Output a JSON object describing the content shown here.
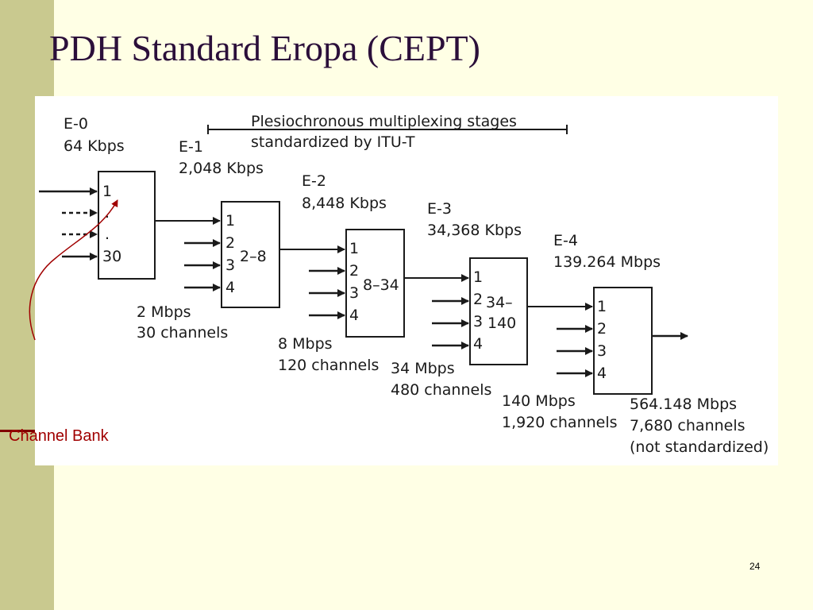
{
  "title": "PDH Standard Eropa (CEPT)",
  "page_number": "24",
  "callout": "Channel Bank",
  "diagram": {
    "banner": {
      "line1": "Plesiochronous multiplexing stages",
      "line2": "standardized by ITU-T"
    },
    "levels": [
      {
        "id": "e0",
        "name": "E-0",
        "rate": "64 Kbps"
      },
      {
        "id": "e1",
        "name": "E-1",
        "rate": "2,048 Kbps"
      },
      {
        "id": "e2",
        "name": "E-2",
        "rate": "8,448 Kbps"
      },
      {
        "id": "e3",
        "name": "E-3",
        "rate": "34,368 Kbps"
      },
      {
        "id": "e4",
        "name": "E-4",
        "rate": "139.264 Mbps"
      }
    ],
    "muxes": [
      {
        "id": "mux1",
        "inputs": [
          "1",
          ".",
          ".",
          "30"
        ],
        "label": ""
      },
      {
        "id": "mux2",
        "inputs": [
          "1",
          "2",
          "3",
          "4"
        ],
        "label": "2–8"
      },
      {
        "id": "mux3",
        "inputs": [
          "1",
          "2",
          "3",
          "4"
        ],
        "label": "8–34"
      },
      {
        "id": "mux4",
        "inputs": [
          "1",
          "2",
          "3",
          "4"
        ],
        "label_line1": "34–",
        "label_line2": "140"
      },
      {
        "id": "mux5",
        "inputs": [
          "1",
          "2",
          "3",
          "4"
        ],
        "label": ""
      }
    ],
    "outputs": [
      {
        "id": "out1",
        "rate": "2 Mbps",
        "channels": "30 channels"
      },
      {
        "id": "out2",
        "rate": "8 Mbps",
        "channels": "120 channels"
      },
      {
        "id": "out3",
        "rate": "34 Mbps",
        "channels": "480 channels"
      },
      {
        "id": "out4",
        "rate": "140 Mbps",
        "channels": "1,920 channels"
      },
      {
        "id": "out5",
        "rate": "564.148 Mbps",
        "channels": "7,680 channels",
        "note": "(not standardized)"
      }
    ]
  }
}
